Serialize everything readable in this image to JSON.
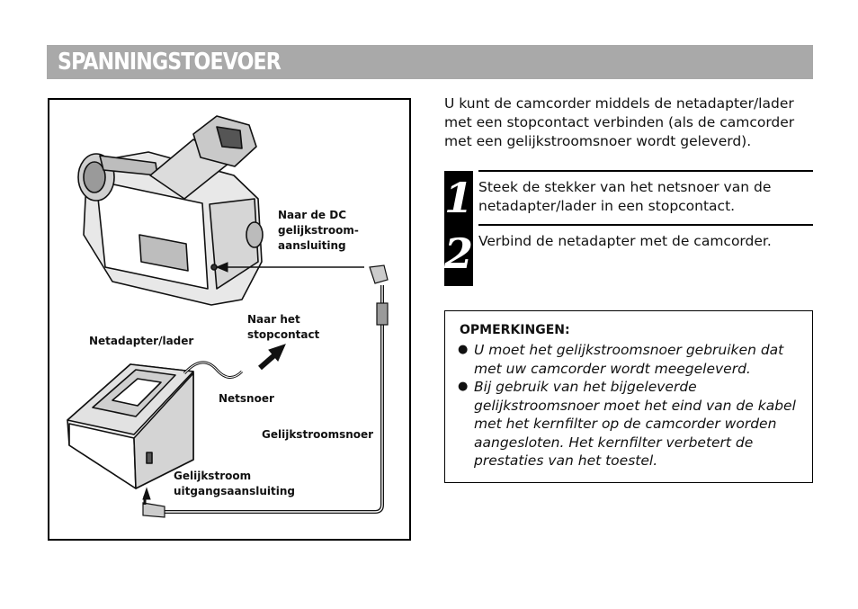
{
  "header": {
    "title": "SPANNINGSTOEVOER"
  },
  "figure": {
    "labels": {
      "dc_input": [
        "Naar de DC",
        "gelijkstroom-",
        "aansluiting"
      ],
      "to_outlet": [
        "Naar het",
        "stopcontact"
      ],
      "adapter": "Netadapter/lader",
      "power_cord": "Netsnoer",
      "dc_cord": "Gelijkstroomsnoer",
      "dc_output": [
        "Gelijkstroom",
        "uitgangsaansluiting"
      ]
    }
  },
  "intro": {
    "text": "U kunt de camcorder middels de netadapter/lader met een stopcontact verbinden (als de camcorder met een gelijkstroomsnoer wordt geleverd)."
  },
  "steps": [
    {
      "number": "1",
      "text": "Steek de stekker van het netsnoer van de netadapter/lader in een stopcontact."
    },
    {
      "number": "2",
      "text": "Verbind de netadapter met de camcorder."
    }
  ],
  "notes": {
    "title": "OPMERKINGEN:",
    "bullet": "●",
    "items": [
      "U moet het gelijkstroomsnoer gebruiken dat met uw camcorder wordt meegeleverd.",
      "Bij gebruik van het bijgeleverde gelijkstroomsnoer moet het eind van de kabel met het kernfilter op de camcorder worden aangesloten. Het kernfilter verbetert de prestaties van het toestel."
    ]
  },
  "colors": {
    "title_bar": "#a9a9a9",
    "step_block": "#000000"
  }
}
